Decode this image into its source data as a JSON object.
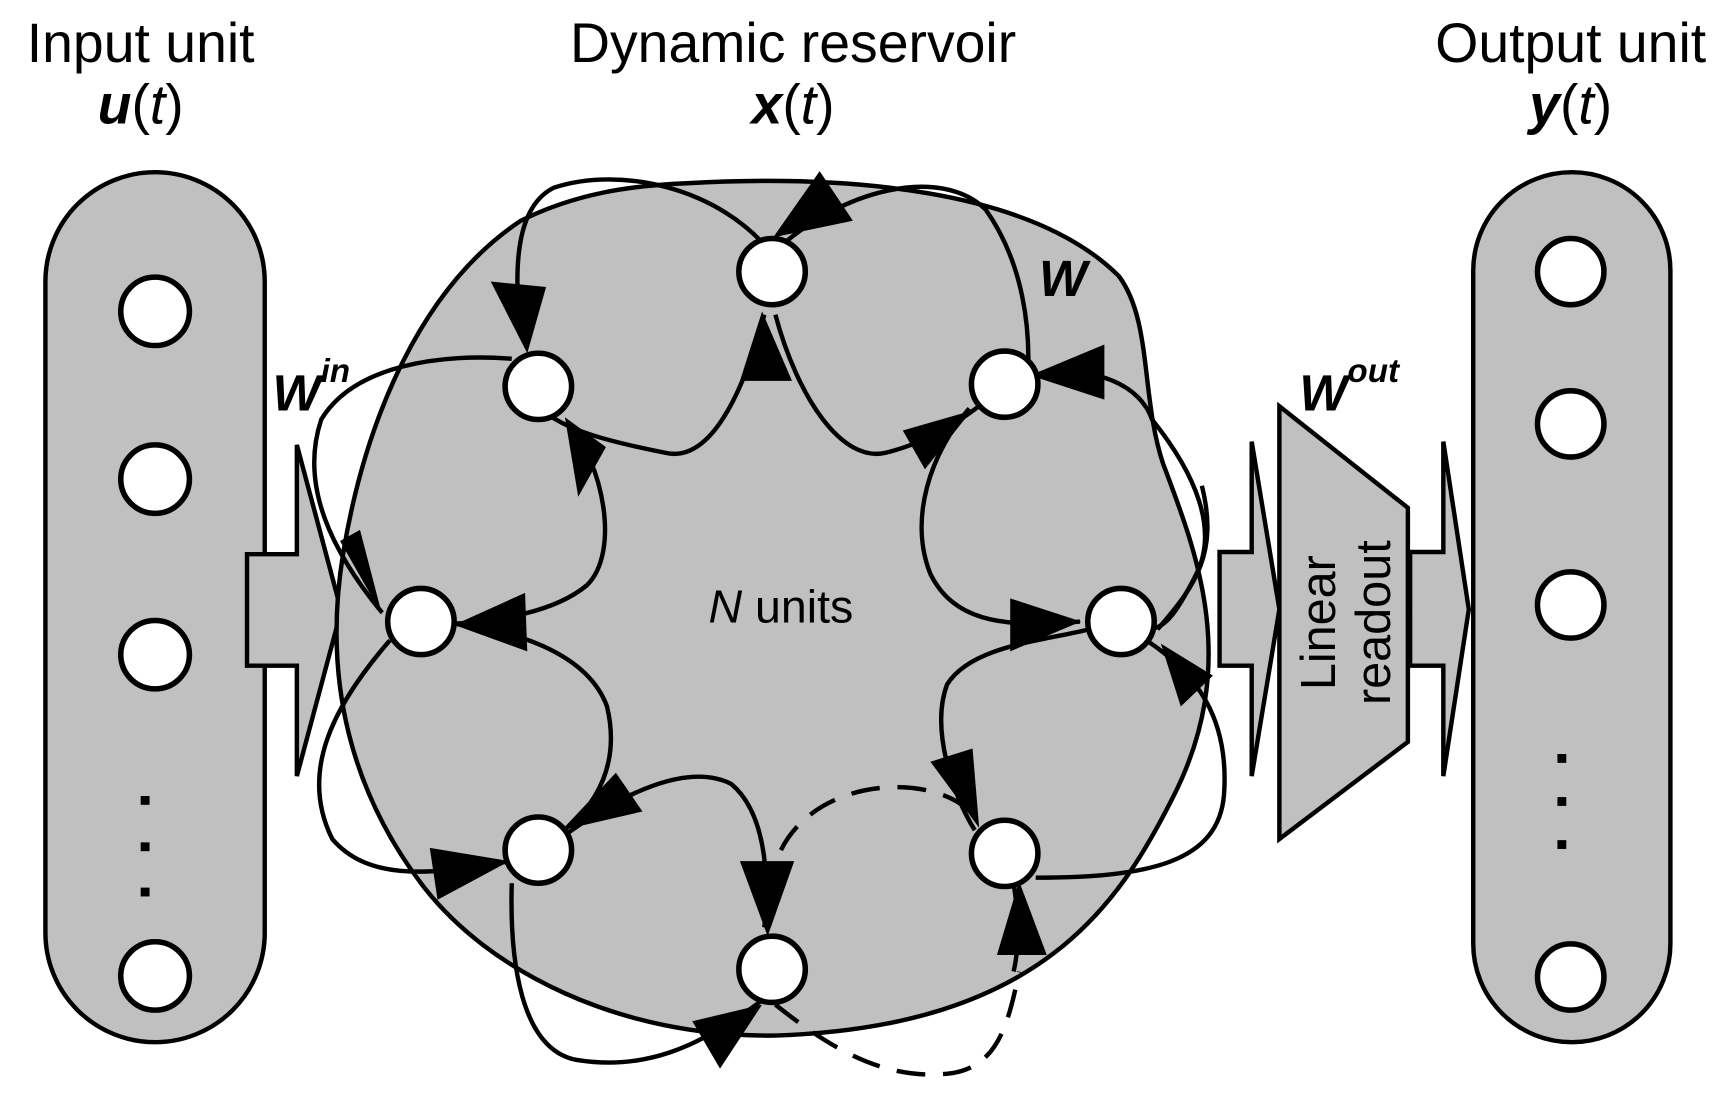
{
  "input": {
    "title": "Input unit",
    "var_bold": "u",
    "var_rest_open": "(",
    "var_t": "t",
    "var_rest_close": ")"
  },
  "reservoir": {
    "title": "Dynamic reservoir",
    "var_bold": "x",
    "var_rest_open": "(",
    "var_t": "t",
    "var_rest_close": ")",
    "center_italic": "N",
    "center_rest": " units",
    "weight_label": "W"
  },
  "output": {
    "title": "Output unit",
    "var_bold": "y",
    "var_rest_open": "(",
    "var_t": "t",
    "var_rest_close": ")"
  },
  "weights": {
    "in_main": "W",
    "in_sup": "in",
    "out_main": "W",
    "out_sup": "out"
  },
  "readout": {
    "line1": "Linear",
    "line2": "readout"
  },
  "colors": {
    "fill_gray": "#c0c0c0",
    "stroke": "#000000",
    "node_fill": "#ffffff"
  }
}
